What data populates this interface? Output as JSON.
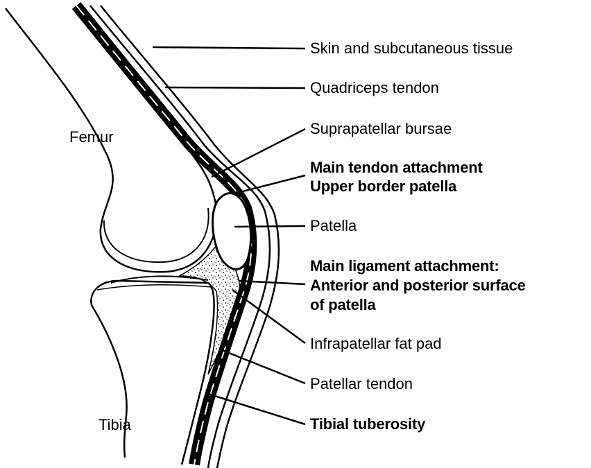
{
  "bone_labels": {
    "femur": "Femur",
    "tibia": "Tibia"
  },
  "structure_labels": {
    "skin": "Skin and subcutaneous tissue",
    "quadriceps": "Quadriceps tendon",
    "suprapatellar": "Suprapatellar bursae",
    "main_tendon_line1": "Main tendon attachment",
    "main_tendon_line2": "Upper border patella",
    "patella": "Patella",
    "main_ligament_line1": "Main ligament attachment:",
    "main_ligament_line2": "Anterior and posterior surface",
    "main_ligament_line3": "of patella",
    "fat_pad": "Infrapatellar fat pad",
    "patellar_tendon": "Patellar tendon",
    "tibial_tuberosity": "Tibial tuberosity"
  }
}
